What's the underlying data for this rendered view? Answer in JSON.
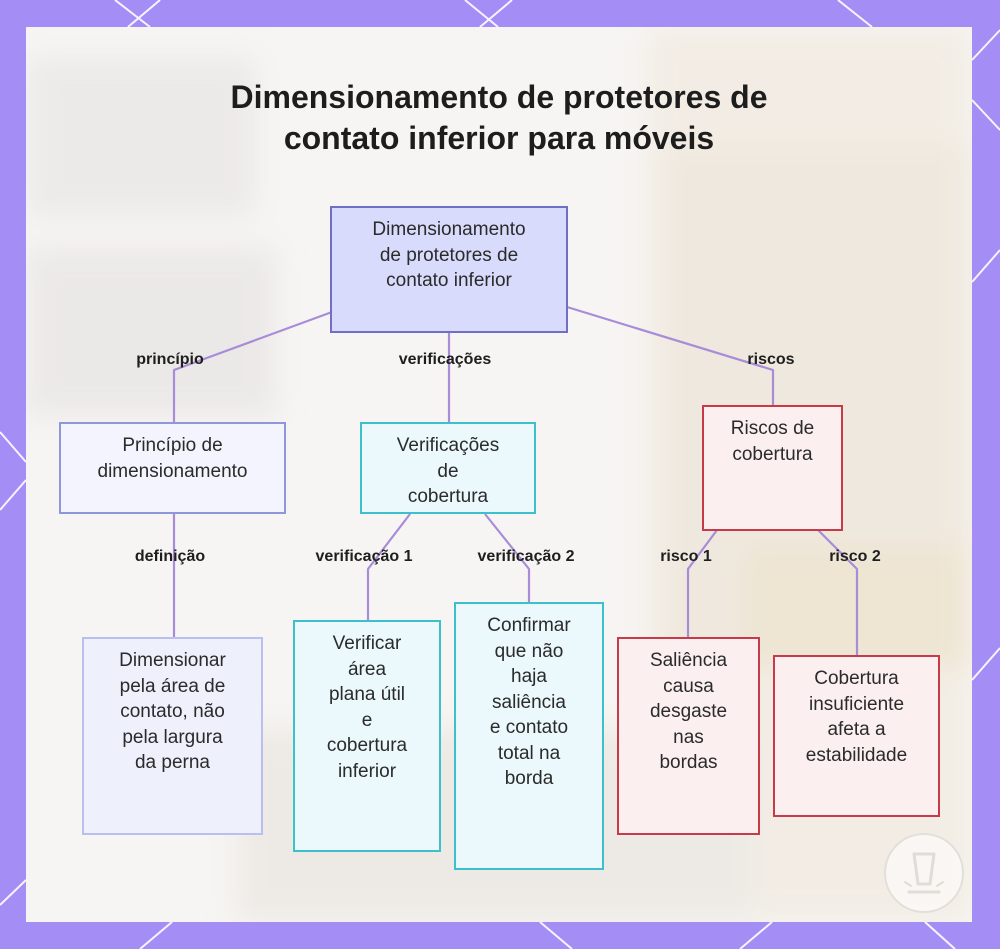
{
  "title": "Dimensionamento de protetores de contato inferior para móveis",
  "nodes": {
    "root": [
      "Dimensionamento",
      "de protetores de",
      "contato inferior"
    ],
    "principle": [
      "Princípio de",
      "dimensionamento"
    ],
    "checks": [
      "Verificações",
      "de",
      "cobertura"
    ],
    "risks": [
      "Riscos de",
      "cobertura"
    ],
    "definition": [
      "Dimensionar",
      "pela área de",
      "contato, não",
      "pela largura",
      "da perna"
    ],
    "check1": [
      "Verificar",
      "área",
      "plana útil",
      "e",
      "cobertura",
      "inferior"
    ],
    "check2": [
      "Confirmar",
      "que não",
      "haja",
      "saliência",
      "e contato",
      "total na",
      "borda"
    ],
    "risk1": [
      "Saliência",
      "causa",
      "desgaste",
      "nas",
      "bordas"
    ],
    "risk2": [
      "Cobertura",
      "insuficiente",
      "afeta a",
      "estabilidade"
    ]
  },
  "edge_labels": {
    "principle": "princípio",
    "checks": "verificações",
    "risks": "riscos",
    "definition": "definição",
    "check1": "verificação 1",
    "check2": "verificação 2",
    "risk1": "risco 1",
    "risk2": "risco 2"
  },
  "colors": {
    "frame": "#a48ef5",
    "card": "#f7f5f3",
    "edge": "#a88cd8",
    "root_fill": "#d8dbfb",
    "root_border": "#6f6fc6",
    "blue_border": "#8e97d9",
    "cyan_border": "#3bc0cc",
    "red_border": "#c93a48"
  },
  "icons": {
    "corner_logo": "cup-logo-icon"
  }
}
